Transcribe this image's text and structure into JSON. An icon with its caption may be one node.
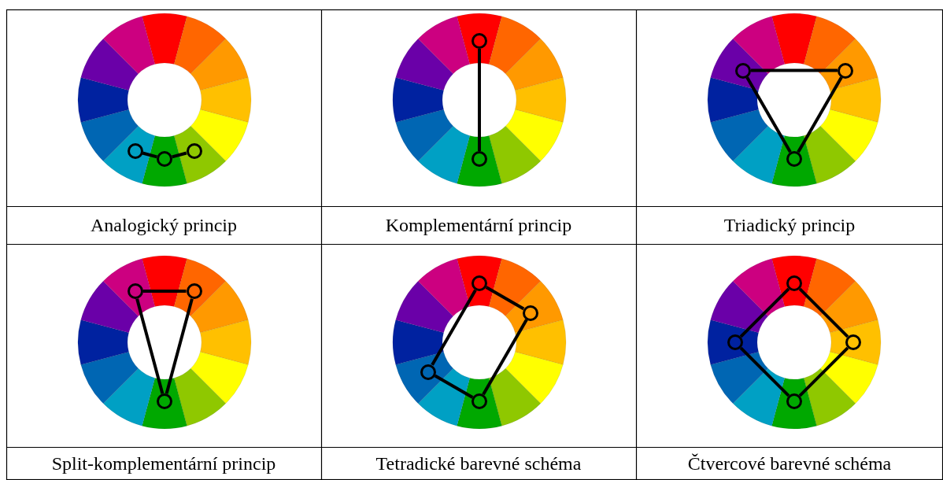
{
  "diagram": {
    "nodes": [
      {
        "text": [],
        "shape": "circle"
      },
      {
        "text": [],
        "shape": "circle"
      },
      {
        "text": [],
        "shape": "circle"
      },
      {
        "text": [],
        "shape": "circle"
      },
      {
        "text": [],
        "shape": "circle"
      },
      {
        "text": [],
        "shape": "circle"
      },
      {
        "text": [],
        "shape": "circle"
      },
      {
        "text": [],
        "shape": "circle"
      },
      {
        "text": [],
        "shape": "circle"
      },
      {
        "text": [],
        "shape": "circle"
      },
      {
        "text": [],
        "shape": "circle"
      },
      {
        "text": [],
        "shape": "circle"
      },
      {
        "text": [],
        "shape": "circle"
      },
      {
        "text": [],
        "shape": "circle"
      },
      {
        "text": [],
        "shape": "circle"
      },
      {
        "text": [],
        "shape": "circle"
      },
      {
        "text": [],
        "shape": "circle"
      },
      {
        "text": [],
        "shape": "circle"
      },
      {
        "text": [],
        "shape": "circle"
      }
    ],
    "edges": [
      {
        "from": 0,
        "to": 1,
        "arrow": "none"
      },
      {
        "from": 1,
        "to": 2,
        "arrow": "none"
      },
      {
        "from": 3,
        "to": 4,
        "arrow": "none"
      },
      {
        "from": 5,
        "to": 6,
        "arrow": "none"
      },
      {
        "from": 6,
        "to": 7,
        "arrow": "none"
      },
      {
        "from": 7,
        "to": 5,
        "arrow": "none"
      },
      {
        "from": 8,
        "to": 9,
        "arrow": "none"
      },
      {
        "from": 9,
        "to": 10,
        "arrow": "none"
      },
      {
        "from": 10,
        "to": 8,
        "arrow": "none"
      },
      {
        "from": 11,
        "to": 12,
        "arrow": "none"
      },
      {
        "from": 12,
        "to": 13,
        "arrow": "none"
      },
      {
        "from": 13,
        "to": 14,
        "arrow": "none"
      },
      {
        "from": 14,
        "to": 11,
        "arrow": "none"
      },
      {
        "from": 15,
        "to": 16,
        "arrow": "none"
      },
      {
        "from": 16,
        "to": 17,
        "arrow": "none"
      },
      {
        "from": 17,
        "to": 18,
        "arrow": "none"
      },
      {
        "from": 18,
        "to": 15,
        "arrow": "none"
      }
    ],
    "labels": [
      "Analogický princip",
      "Komplementární princip",
      "Triadický princip",
      "Split-komplementární princip",
      "Tetradické barevné schéma",
      "Čtvercové barevné schéma"
    ]
  }
}
